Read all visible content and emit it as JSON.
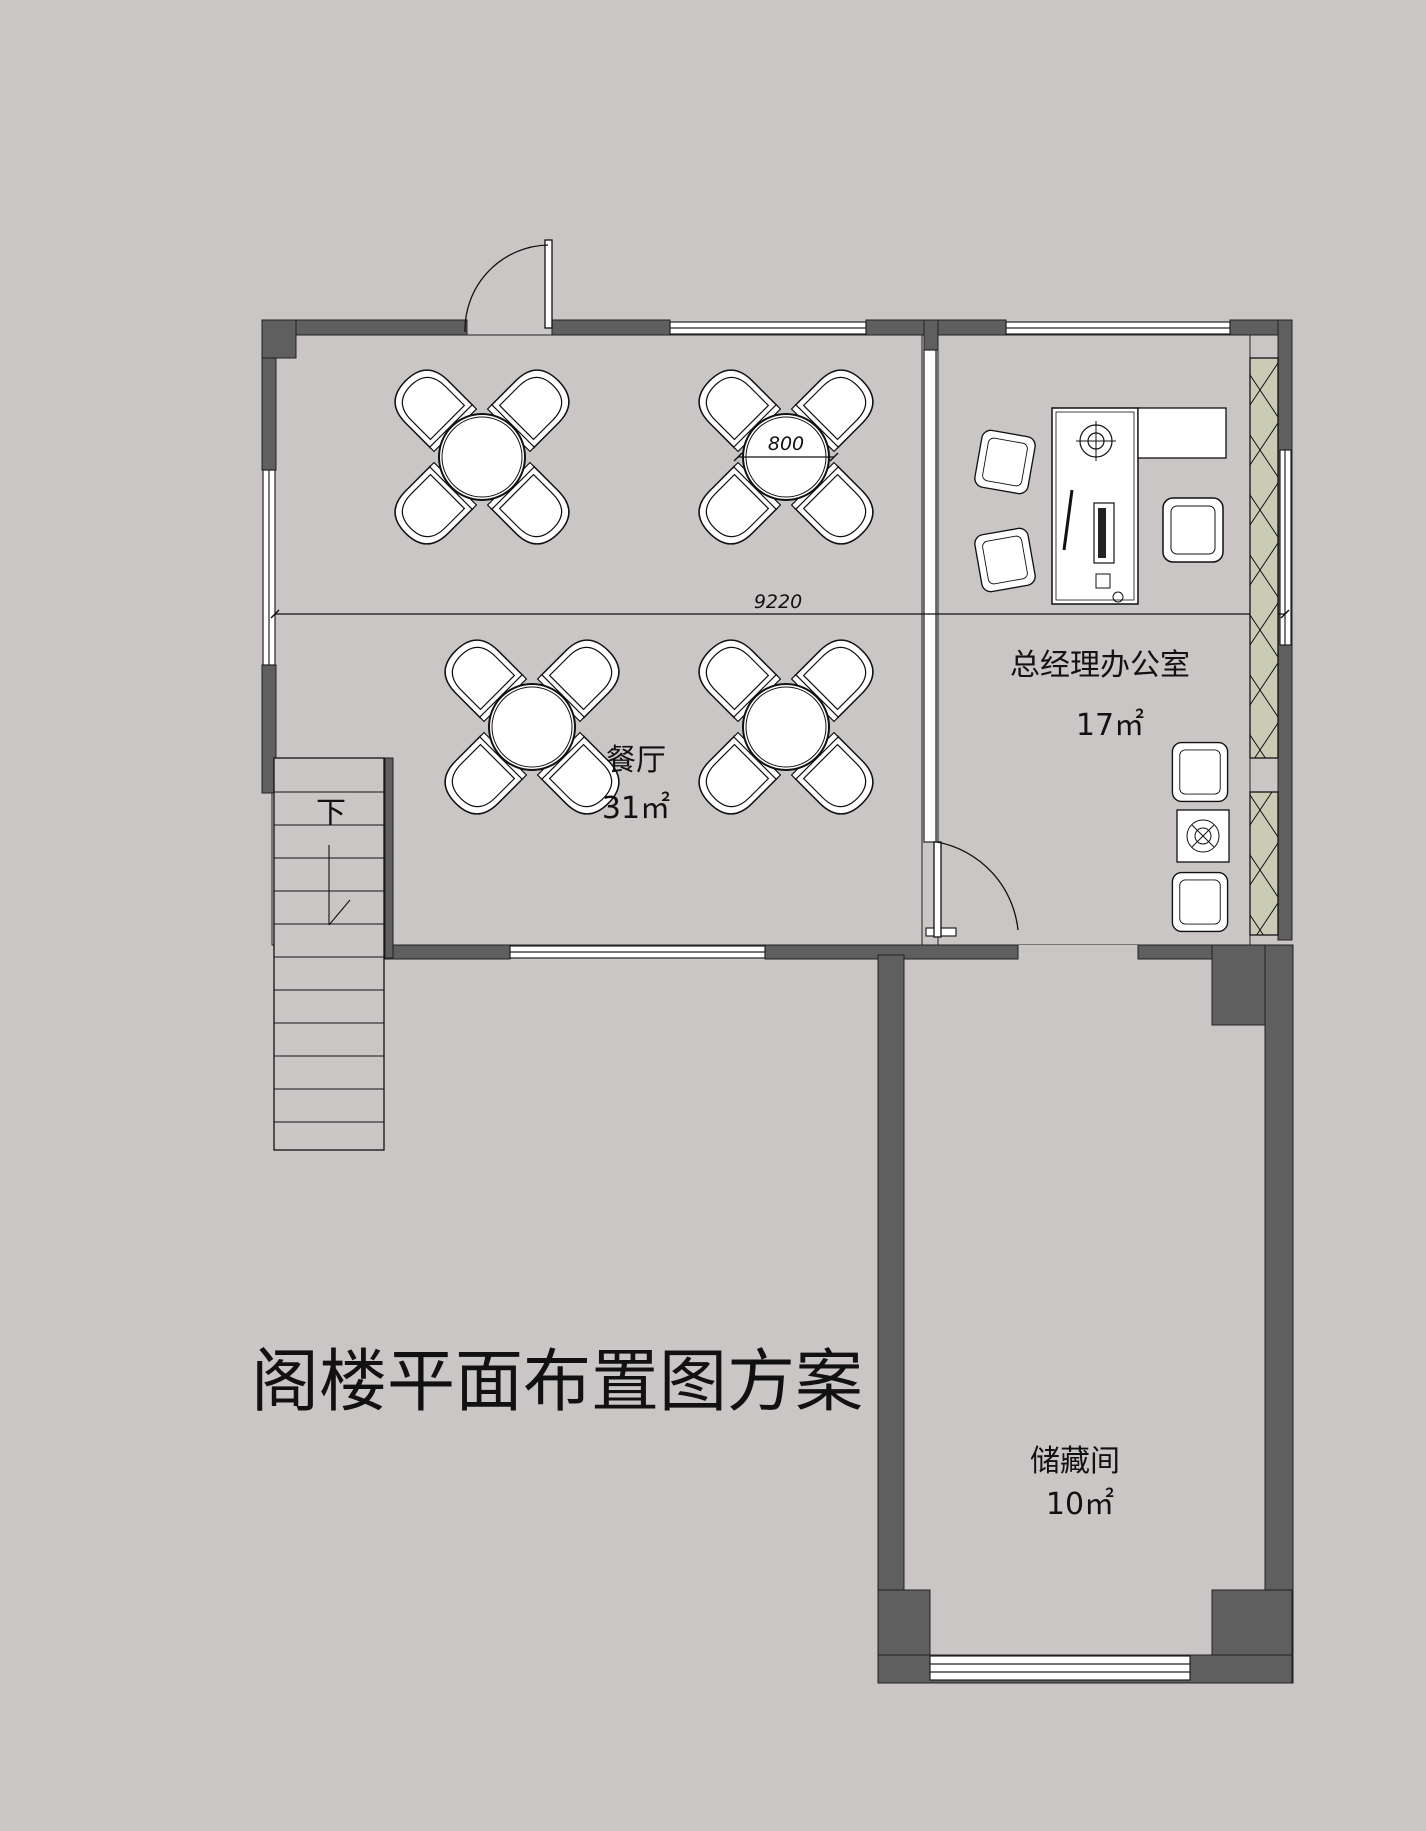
{
  "title": "阁楼平面布置图方案",
  "rooms": {
    "dining": {
      "name": "餐厅",
      "area": "31㎡"
    },
    "office": {
      "name": "总经理办公室",
      "area": "17㎡"
    },
    "storage": {
      "name": "储藏间",
      "area": "10㎡"
    }
  },
  "stair_label": "下",
  "dimensions": {
    "overall_width": "9220",
    "table_diameter": "800"
  },
  "colors": {
    "background": "#cbc6c6",
    "wall": "#5f5f5f",
    "room_fill": "#cbc6c6",
    "furniture": "#ffffff",
    "cabinet": "#c9cbb4"
  }
}
